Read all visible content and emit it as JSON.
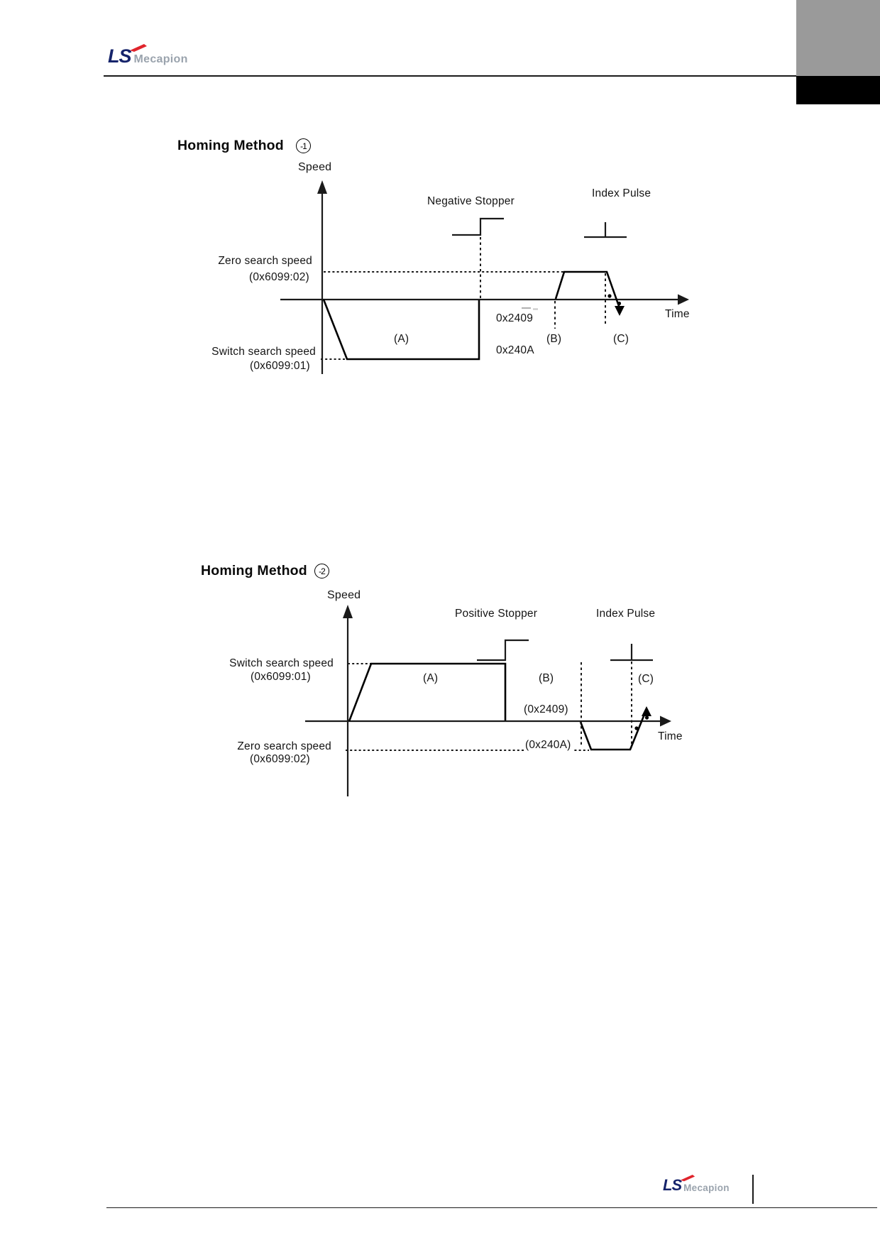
{
  "header": {
    "brand": "LS",
    "brand_sub": "Mecapion"
  },
  "footer": {
    "brand": "LS",
    "brand_sub": "Mecapion"
  },
  "colors": {
    "corner_gray": "#9a9a9a",
    "corner_black": "#000000",
    "brand_navy": "#16246b",
    "brand_red": "#e0242c",
    "brand_gray": "#9aa3ad",
    "line_black": "#1a1a1a"
  },
  "diagram1": {
    "title": "Homing Method",
    "method_no": "-1",
    "speed_label": "Speed",
    "time_label": "Time",
    "stopper_label": "Negative Stopper",
    "index_label": "Index Pulse",
    "zero_line1": "Zero search speed",
    "zero_line2": "(0x6099:02)",
    "switch_line1": "Switch search speed",
    "switch_line2": "(0x6099:01)",
    "phase_a": "(A)",
    "phase_b": "(B)",
    "phase_c": "(C)",
    "reg1": "0x2409",
    "reg2": "0x240A"
  },
  "diagram2": {
    "title": "Homing Method",
    "method_no": "-2",
    "speed_label": "Speed",
    "time_label": "Time",
    "stopper_label": "Positive Stopper",
    "index_label": "Index Pulse",
    "switch_line1": "Switch search speed",
    "switch_line2": "(0x6099:01)",
    "zero_line1": "Zero search speed",
    "zero_line2": "(0x6099:02)",
    "phase_a": "(A)",
    "phase_b": "(B)",
    "phase_c": "(C)",
    "reg1": "(0x2409)",
    "reg2": "(0x240A)"
  }
}
